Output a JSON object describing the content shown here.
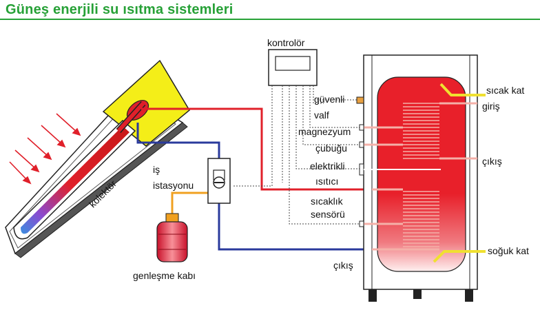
{
  "title": "Güneş enerjili su ısıtma sistemleri",
  "labels": {
    "controller": "kontrolör",
    "safety_valve_1": "güvenli",
    "safety_valve_2": "valf",
    "magnesium_rod_1": "magnezyum",
    "magnesium_rod_2": "çubuğu",
    "electric_heater_1": "elektrikli",
    "electric_heater_2": "ısıtıcı",
    "temp_sensor_1": "sıcaklık",
    "temp_sensor_2": "sensörü",
    "work_station_1": "iş",
    "work_station_2": "istasyonu",
    "expansion_tank": "genleşme kabı",
    "collector": "kolektör",
    "hot_water_layer": "sıcak kat",
    "inlet": "giriş",
    "outlet_right": "çıkış",
    "cold_water_layer": "soğuk kat",
    "outlet_bottom": "çıkış"
  },
  "colors": {
    "title": "#27a137",
    "hot_pipe": "#e0202a",
    "cold_pipe": "#2a3a9c",
    "expansion_pipe": "#f0a020",
    "collector_yellow": "#f4ee18",
    "tank_red": "#e8202a",
    "sensor_yellow": "#f0e030"
  }
}
